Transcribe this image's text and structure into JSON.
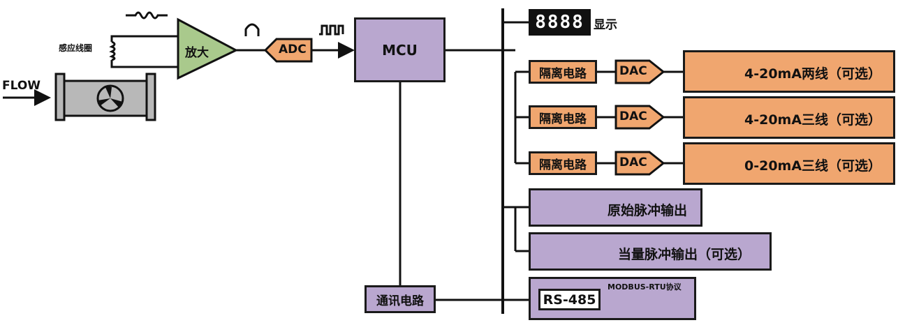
{
  "input": {
    "flow_label": "FLOW",
    "coil_label": "感应线圈",
    "amp_label": "放大",
    "adc_label": "ADC"
  },
  "mcu": {
    "label": "MCU"
  },
  "display": {
    "digits": "8888",
    "label": "显示"
  },
  "iso_label": "隔离电路",
  "dac_label": "DAC",
  "analog_outputs": [
    {
      "label": "4-20mA两线（可选）"
    },
    {
      "label": "4-20mA三线（可选）"
    },
    {
      "label": "0-20mA三线（可选）"
    }
  ],
  "pulse_outputs": [
    {
      "label": "原始脉冲输出"
    },
    {
      "label": "当量脉冲输出（可选）"
    }
  ],
  "comm": {
    "circuit_label": "通讯电路",
    "rs485_label": "RS-485",
    "protocol_label": "MODBUS-RTU协议"
  },
  "colors": {
    "orange": "#f0a66f",
    "purple": "#b9a7cf",
    "green": "#a9c98c",
    "gray": "#b8b8b8"
  }
}
